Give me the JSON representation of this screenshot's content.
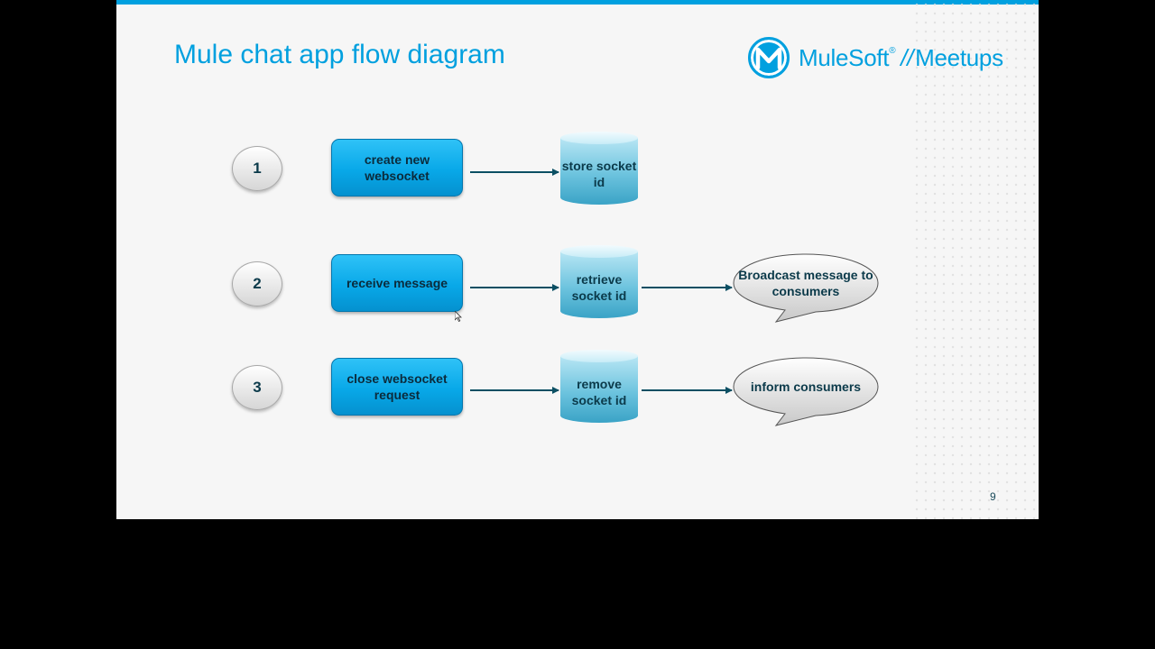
{
  "slide": {
    "title": "Mule chat app flow diagram",
    "page_number": "9"
  },
  "logo": {
    "brand": "MuleSoft",
    "trademark": "®",
    "separator": "//",
    "product": "Meetups",
    "icon": "mulesoft-m-icon",
    "color": "#00a0df"
  },
  "colors": {
    "accent": "#00a0df",
    "box_fill": "#08a8e8",
    "db_fill": "#6cc3de",
    "arrow": "#0b4f63"
  },
  "flows": [
    {
      "number": "1",
      "action": "create new websocket",
      "store": "store socket id",
      "outcome": ""
    },
    {
      "number": "2",
      "action": "receive message",
      "store": "retrieve socket id",
      "outcome": "Broadcast message to consumers"
    },
    {
      "number": "3",
      "action": "close websocket request",
      "store": "remove socket id",
      "outcome": "inform consumers"
    }
  ]
}
